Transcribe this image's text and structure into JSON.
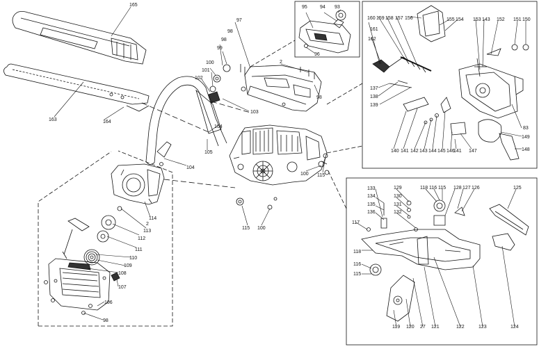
{
  "diagram": {
    "labels": {
      "l165": "165",
      "l163": "163",
      "l164": "164",
      "l97": "97",
      "l98a": "98",
      "l98b": "98",
      "l99": "99",
      "l2a": "2",
      "l98c": "98",
      "l100a": "100",
      "l101": "101",
      "l102": "102",
      "l103": "103",
      "l104a": "104",
      "l104b": "104",
      "l105": "105",
      "l95": "95",
      "l94": "94",
      "l93": "93",
      "l96": "96",
      "l160": "160",
      "l159": "159",
      "l158": "158",
      "l157": "157",
      "l156": "156",
      "l155": "155",
      "l154": "154",
      "l153": "153",
      "l143a": "143",
      "l152": "152",
      "l151": "151",
      "l150": "150",
      "l161": "161",
      "l162": "162",
      "l137": "137",
      "l138": "138",
      "l139": "139",
      "l83": "83",
      "l149": "149",
      "l148": "148",
      "l140": "140",
      "l141a": "141",
      "l142": "142",
      "l143b": "143",
      "l144": "144",
      "l145": "145",
      "l146": "146",
      "l147": "147",
      "l141b": "141",
      "l100b": "100",
      "l115a": "115",
      "l115b": "115",
      "l100c": "100",
      "l114": "114",
      "l2b": "2",
      "l113": "113",
      "l112": "112",
      "l111": "111",
      "l110": "110",
      "l109": "109",
      "l108": "108",
      "l107": "107",
      "l106": "106",
      "l98d": "98",
      "l133": "133",
      "l134": "134",
      "l135": "135",
      "l136": "136",
      "l129": "129",
      "l130": "130",
      "l131": "131",
      "l132": "132",
      "l118a": "118",
      "l116a": "116",
      "l115c": "115",
      "l128": "128",
      "l127": "127",
      "l126": "126",
      "l125": "125",
      "l117": "117",
      "l118b": "118",
      "l116b": "116",
      "l115d": "115",
      "l119": "119",
      "l120": "120",
      "l27": "27",
      "l121": "121",
      "l122": "122",
      "l123": "123",
      "l124": "124"
    }
  }
}
